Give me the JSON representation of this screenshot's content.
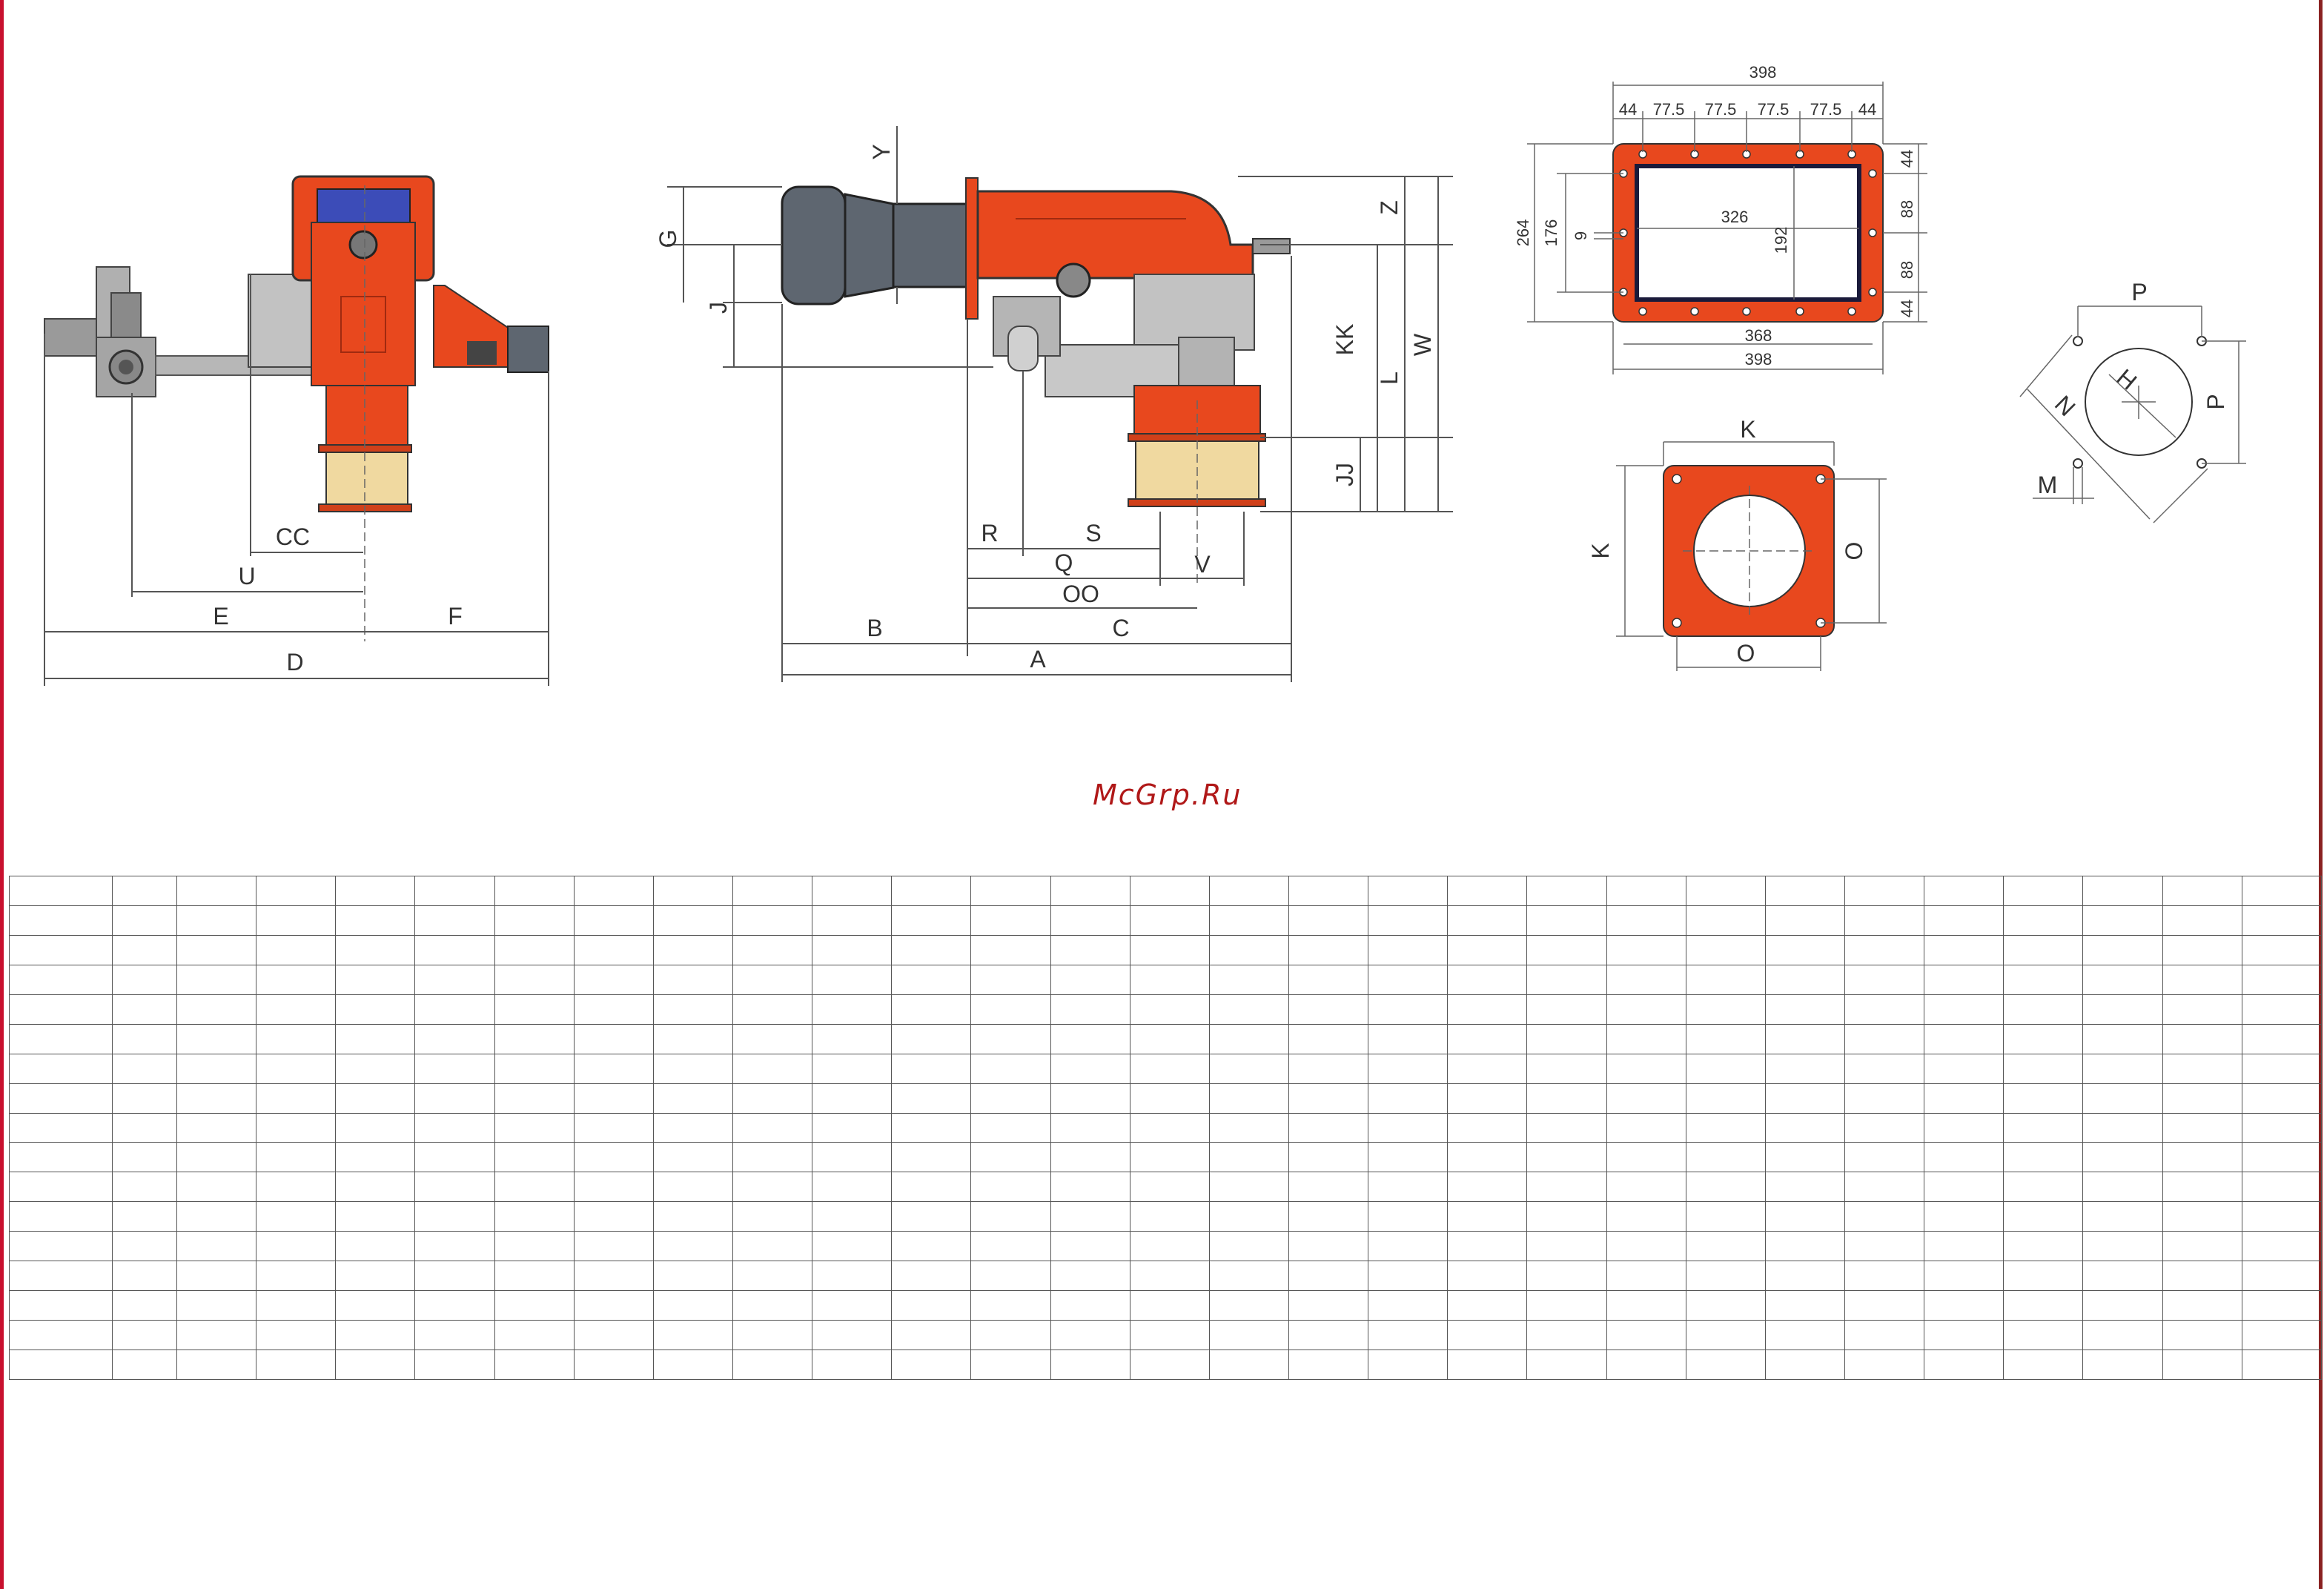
{
  "labels": {
    "cc": "CC",
    "u": "U",
    "e": "E",
    "f": "F",
    "d": "D",
    "y": "Y",
    "g": "G",
    "j": "J",
    "z": "Z",
    "kk": "KK",
    "l": "L",
    "w": "W",
    "jj": "JJ",
    "r": "R",
    "s": "S",
    "q": "Q",
    "v": "V",
    "oo": "OO",
    "b": "B",
    "c": "C",
    "a": "A",
    "k_top": "K",
    "k_side": "K",
    "o_side": "O",
    "o_bottom": "O",
    "p_top": "P",
    "p_side": "P",
    "h": "H",
    "n": "N",
    "m": "M"
  },
  "flange_dims": {
    "overall_width": "398",
    "seg_44_left": "44",
    "seg_77_1": "77.5",
    "seg_77_2": "77.5",
    "seg_77_3": "77.5",
    "seg_77_4": "77.5",
    "seg_44_right": "44",
    "height_264": "264",
    "height_176": "176",
    "offset_9": "9",
    "inner_width": "326",
    "inner_height": "192",
    "right_44_top": "44",
    "right_88_1": "88",
    "right_88_2": "88",
    "right_44_bottom": "44",
    "bottom_368": "368",
    "bottom_398": "398"
  },
  "watermark": "McGrp.Ru",
  "table": {
    "rows": 17,
    "columns": 29
  },
  "colors": {
    "burner_red": "#e8481e",
    "motor_grey": "#5e6670",
    "sleeve_beige": "#f0d9a0",
    "accent_red": "#c8102e"
  }
}
